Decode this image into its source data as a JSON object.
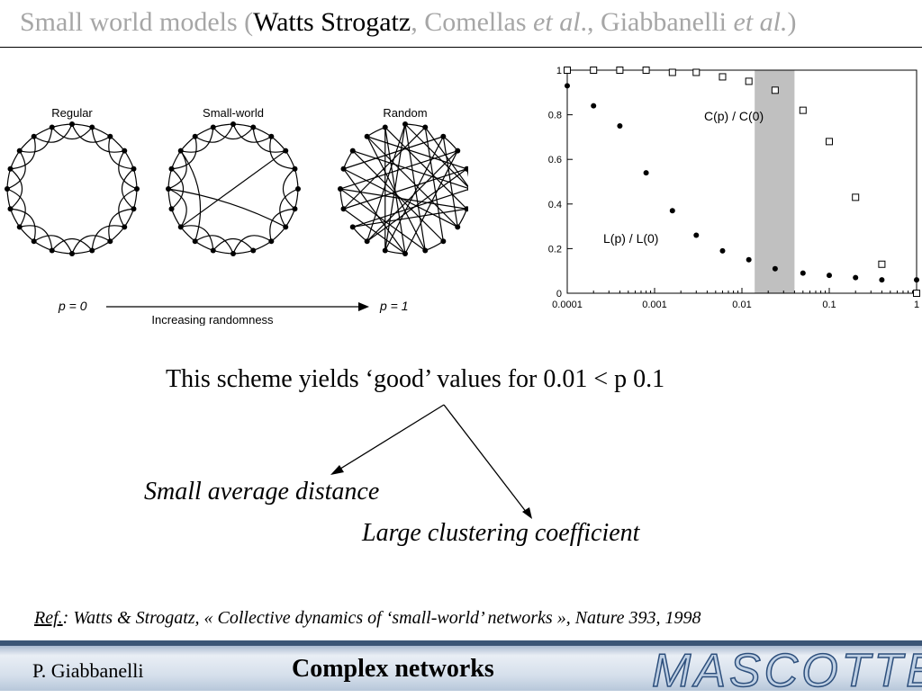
{
  "slide": {
    "title_part1": "Small world models (",
    "title_part2": "Watts Strogatz",
    "title_part3": ", Comellas ",
    "title_part4": "et al",
    "title_part5": "., Giabbanelli ",
    "title_part6": "et al.",
    "title_part7": ")"
  },
  "ws_figure": {
    "labels": [
      "Regular",
      "Small-world",
      "Random"
    ],
    "p_left": "p = 0",
    "p_right": "p = 1",
    "axis_caption": "Increasing randomness"
  },
  "chart_data": {
    "type": "scatter",
    "xscale": "log",
    "xlim": [
      0.0001,
      1
    ],
    "ylim": [
      0,
      1
    ],
    "xticks": [
      "0.0001",
      "0.001",
      "0.01",
      "0.1",
      "1"
    ],
    "yticks": [
      "0",
      "0.2",
      "0.4",
      "0.6",
      "0.8",
      "1"
    ],
    "shaded_region": [
      0.014,
      0.04
    ],
    "series": [
      {
        "name": "C(p) / C(0)",
        "marker": "open-square",
        "x": [
          0.0001,
          0.0002,
          0.0004,
          0.0008,
          0.0016,
          0.003,
          0.006,
          0.012,
          0.024,
          0.05,
          0.1,
          0.2,
          0.4,
          1
        ],
        "y": [
          1.0,
          1.0,
          1.0,
          1.0,
          0.99,
          0.99,
          0.97,
          0.95,
          0.91,
          0.82,
          0.68,
          0.43,
          0.13,
          0.0
        ]
      },
      {
        "name": "L(p) / L(0)",
        "marker": "filled-circle",
        "x": [
          0.0001,
          0.0002,
          0.0004,
          0.0008,
          0.0016,
          0.003,
          0.006,
          0.012,
          0.024,
          0.05,
          0.1,
          0.2,
          0.4,
          1
        ],
        "y": [
          0.93,
          0.84,
          0.75,
          0.54,
          0.37,
          0.26,
          0.19,
          0.15,
          0.11,
          0.09,
          0.08,
          0.07,
          0.06,
          0.06
        ]
      }
    ],
    "annotations": [
      "C(p) / C(0)",
      "L(p) / L(0)"
    ]
  },
  "main": {
    "statement": "This scheme yields ‘good’ values for 0.01 < p 0.1",
    "item_left": "Small average distance",
    "item_right": "Large clustering coefficient"
  },
  "reference": {
    "label": "Ref.",
    "text": ": Watts & Strogatz, « Collective dynamics of ‘small-world’ networks », Nature 393, 1998"
  },
  "footer": {
    "author": "P. Giabbanelli",
    "course": "Complex networks",
    "logo": "MASCOTTE"
  },
  "colors": {
    "title_grey": "#a6a6a6",
    "shade": "#c0c0c0",
    "logo_stroke": "#2d4f7c"
  }
}
